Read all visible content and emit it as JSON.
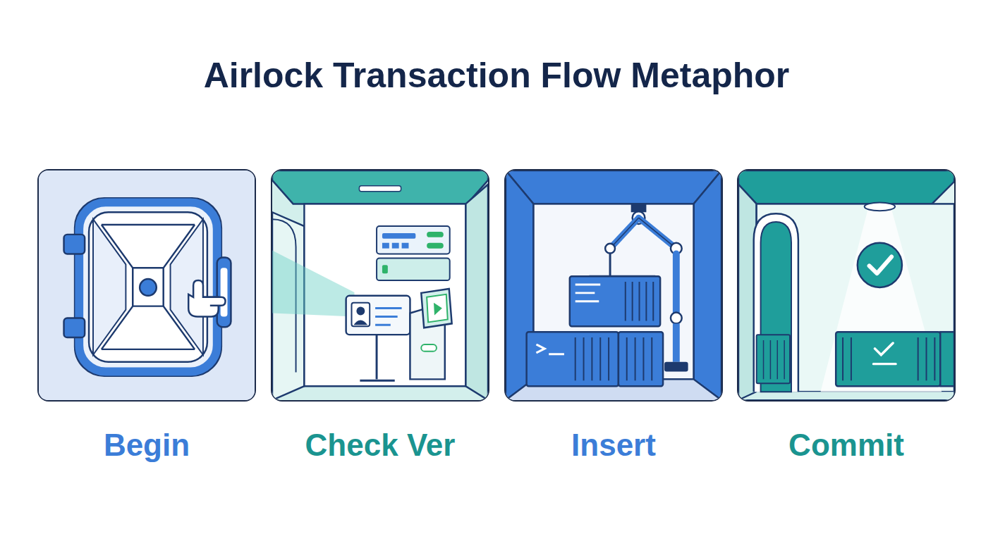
{
  "diagram": {
    "title": "Airlock Transaction Flow Metaphor",
    "nodes": [
      {
        "text": [
          "Begin"
        ]
      },
      {
        "text": [
          "Check Ver"
        ]
      },
      {
        "text": [
          "Insert"
        ]
      },
      {
        "text": [
          "Commit"
        ]
      }
    ]
  }
}
